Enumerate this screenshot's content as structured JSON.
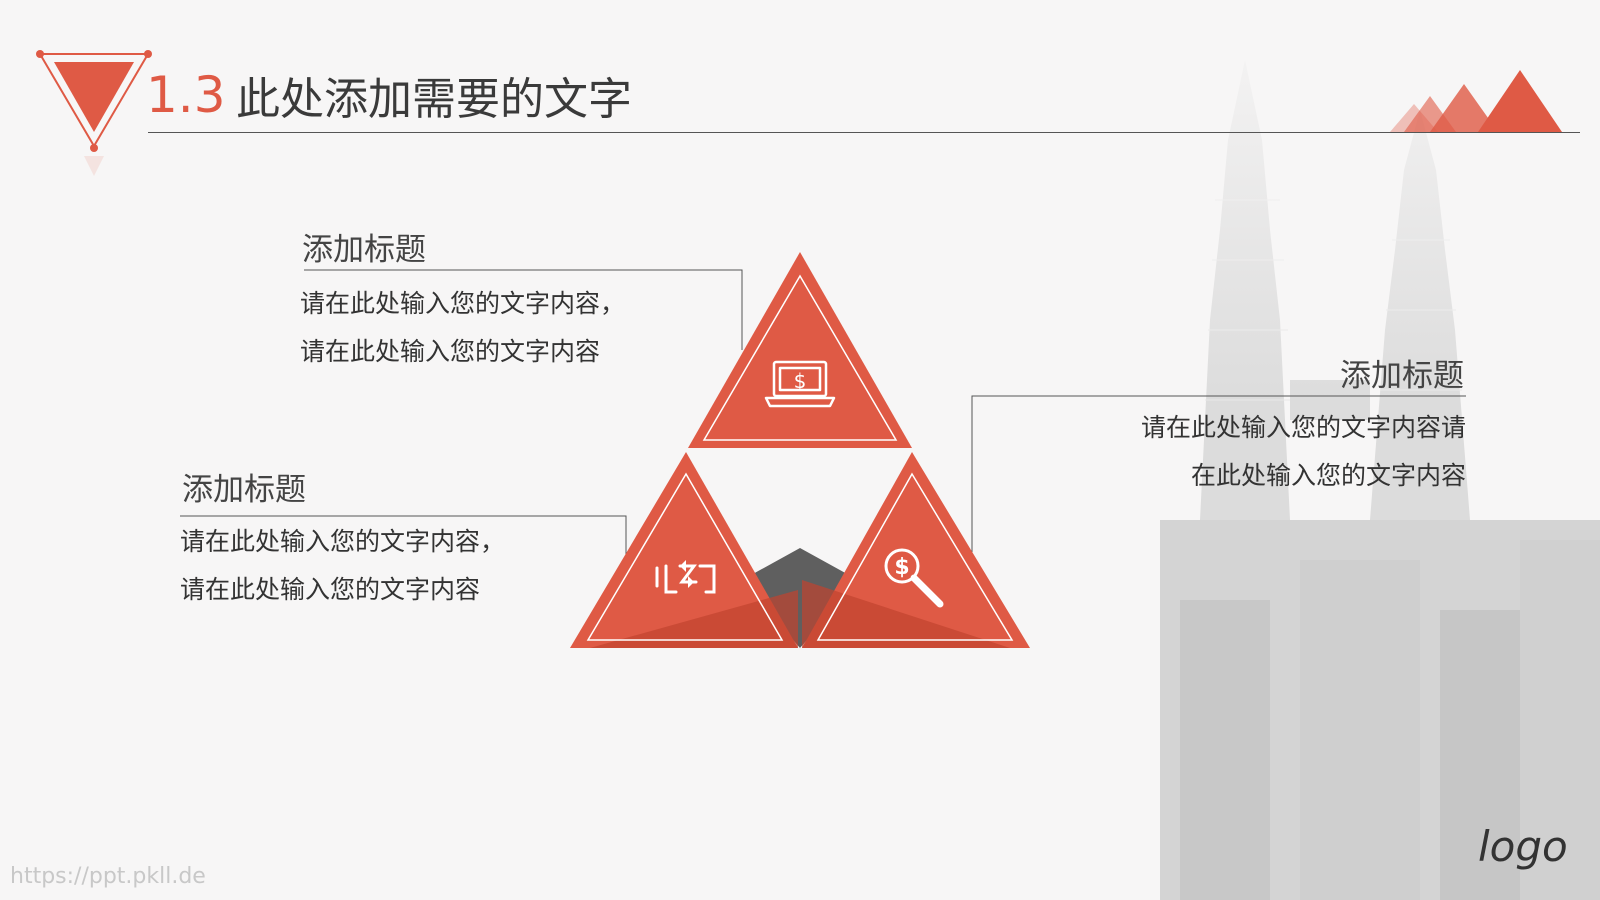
{
  "slide": {
    "title_number": "1.3",
    "title_text": "此处添加需要的文字",
    "logo": "logo",
    "url": "https://ppt.pkll.de"
  },
  "blocks": [
    {
      "heading": "添加标题",
      "lines": [
        "请在此处输入您的文字内容，",
        "请在此处输入您的文字内容"
      ]
    },
    {
      "heading": "添加标题",
      "lines": [
        "请在此处输入您的文字内容，",
        "请在此处输入您的文字内容"
      ]
    },
    {
      "heading": "添加标题",
      "lines": [
        "请在此处输入您的文字内容请",
        "在此处输入您的文字内容"
      ]
    }
  ],
  "icons": {
    "top": "laptop-dollar-icon",
    "left": "exchange-icon",
    "right": "dollar-search-icon"
  },
  "colors": {
    "accent": "#df5a45",
    "accent_dark": "#c0432f",
    "center_gray": "#5f5f5f",
    "text": "#333333"
  }
}
